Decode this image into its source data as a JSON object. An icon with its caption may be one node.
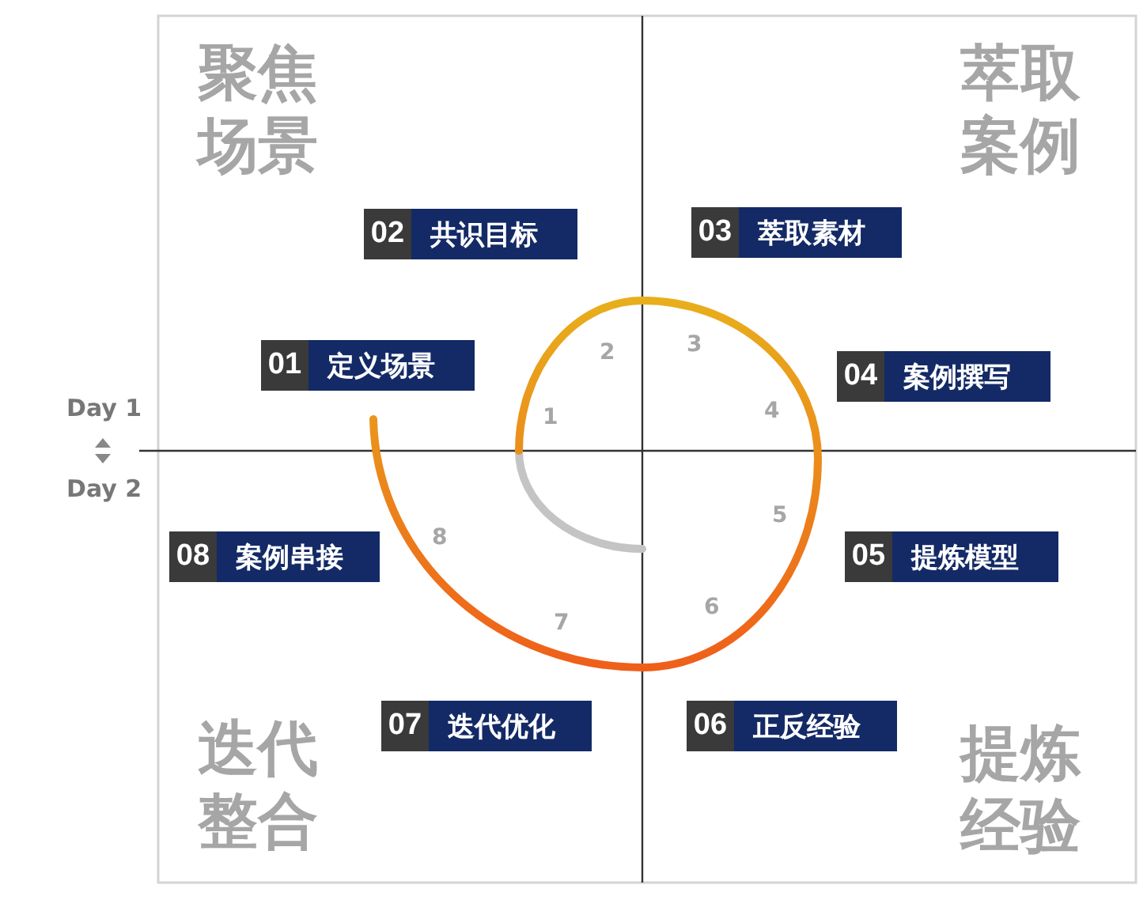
{
  "diagram": {
    "nodes": [
      {
        "text": [
          "02",
          "共识目标"
        ]
      },
      {
        "text": [
          "03",
          "萃取素材"
        ]
      },
      {
        "text": [
          "01",
          "定义场景"
        ]
      },
      {
        "text": [
          "04",
          "案例撰写"
        ]
      },
      {
        "text": [
          "08",
          "案例串接"
        ]
      },
      {
        "text": [
          "05",
          "提炼模型"
        ]
      },
      {
        "text": [
          "07",
          "迭代优化"
        ]
      },
      {
        "text": [
          "06",
          "正反经验"
        ]
      }
    ],
    "labels": [
      "聚焦场景",
      "萃取案例",
      "2",
      "3",
      "1",
      "4",
      "Day 1",
      "Day 2",
      "5",
      "8",
      "6",
      "7",
      "迭代整合",
      "提炼经验"
    ]
  }
}
